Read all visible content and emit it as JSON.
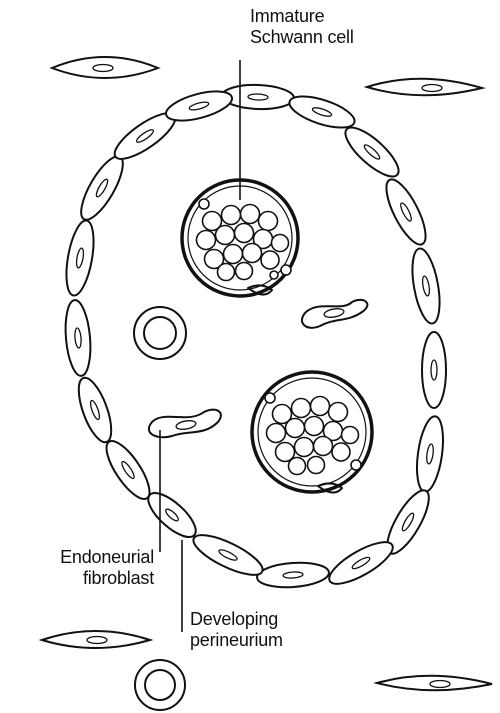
{
  "labels": {
    "schwann": {
      "line1": "Immature",
      "line2": "Schwann cell"
    },
    "fibroblast": {
      "line1": "Endoneurial",
      "line2": "fibroblast"
    },
    "perineurium": {
      "line1": "Developing",
      "line2": "perineurium"
    }
  },
  "ink_color": "#111111"
}
